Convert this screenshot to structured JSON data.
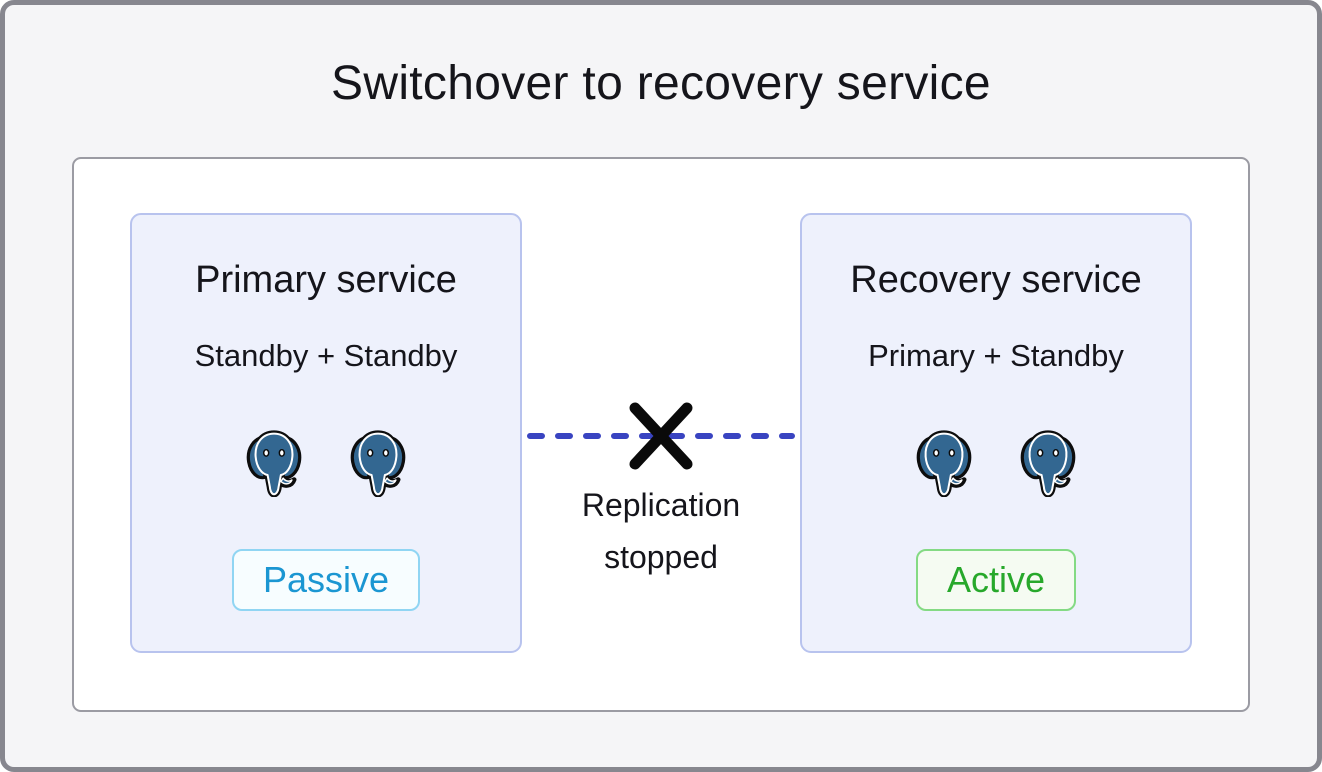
{
  "title": "Switchover to recovery service",
  "cards": [
    {
      "title": "Primary service",
      "subtitle": "Standby + Standby",
      "badge": {
        "label": "Passive",
        "state": "passive"
      },
      "database_icon": "postgresql-elephant-icon",
      "database_count": 2
    },
    {
      "title": "Recovery service",
      "subtitle": "Primary + Standby",
      "badge": {
        "label": "Active",
        "state": "active"
      },
      "database_icon": "postgresql-elephant-icon",
      "database_count": 2
    }
  ],
  "connector": {
    "label": "Replication stopped",
    "line_style": "dashed",
    "blocked_icon": "x-cross-icon"
  },
  "colors": {
    "page-bg": "#f5f5f7",
    "frame-border": "#87878f",
    "panel-bg": "#ffffff",
    "panel-border": "#9b9ba3",
    "card-bg": "#eef1fc",
    "card-border": "#b8c3ee",
    "text": "#15151b",
    "dash": "#3944c1",
    "cross": "#0a0a0a",
    "passive-text": "#1b96d2",
    "passive-border": "#90d5f3",
    "passive-bg": "#f7fdff",
    "active-text": "#27a82b",
    "active-border": "#84da84",
    "active-bg": "#f5fbf2",
    "elephant-blue": "#336791"
  }
}
